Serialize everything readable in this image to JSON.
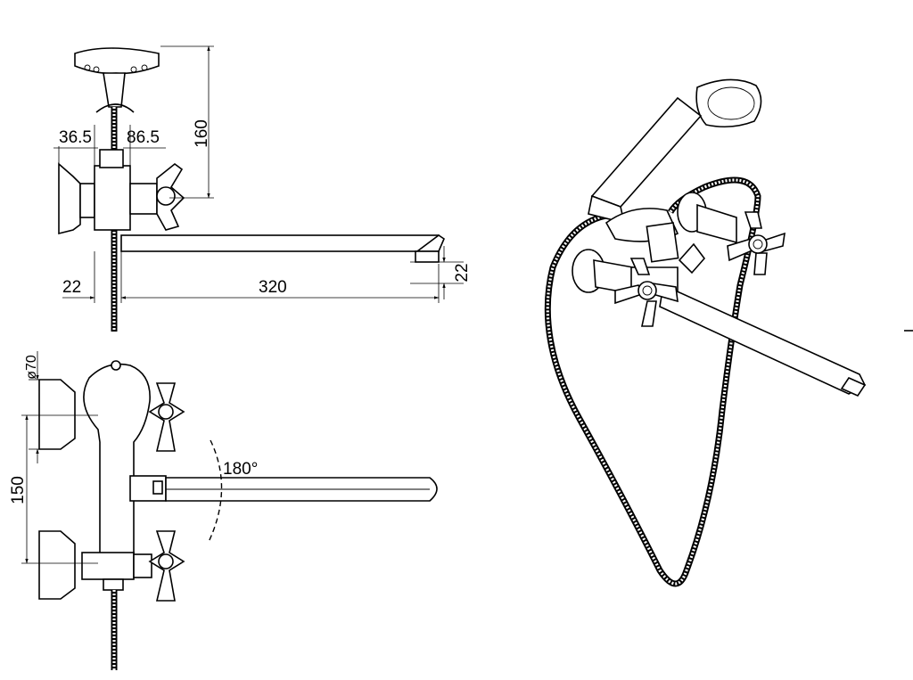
{
  "dimensions": {
    "left_offset": "36.5",
    "right_offset": "86.5",
    "shower_height": "160",
    "wall_gap": "22",
    "spout_length": "320",
    "spout_tip": "22",
    "eccentric_diameter": "ø70",
    "centre_distance": "150",
    "spout_rotation": "180°"
  }
}
